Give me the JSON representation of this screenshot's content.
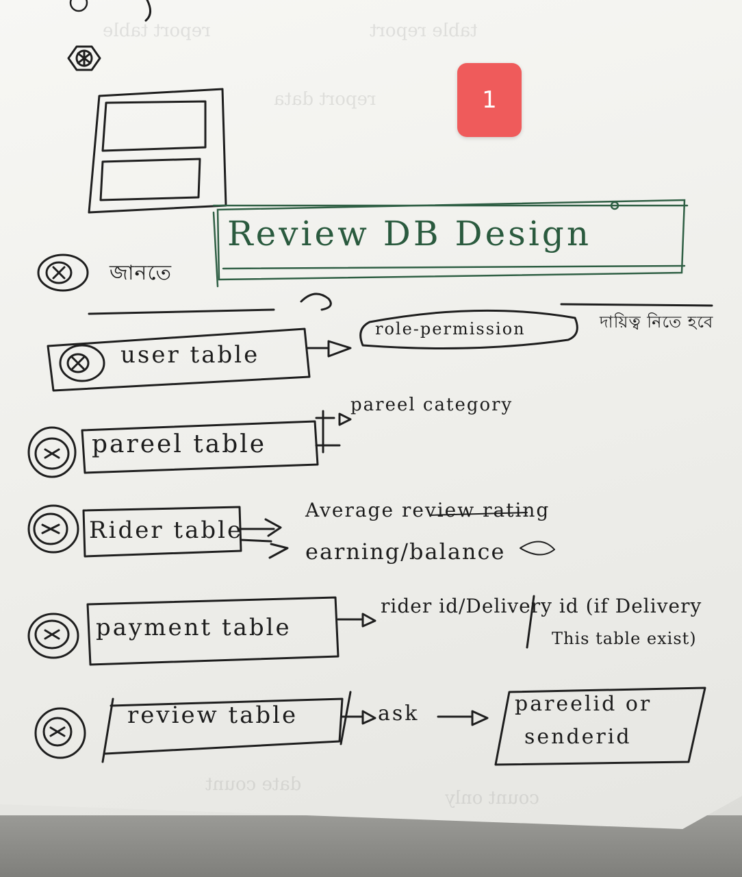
{
  "badge": {
    "number": "1"
  },
  "title": "Review DB Design",
  "bengali_header": "জানতে",
  "note_header": "দায়িত্ব নিতে হবে",
  "rows": [
    {
      "label": "user table",
      "arrow_text": "role-permission"
    },
    {
      "label": "pareel table",
      "arrow_text": "pareel category"
    },
    {
      "label": "Rider table",
      "arrow_line1": "Average review rating",
      "arrow_line2": "earning/balance"
    },
    {
      "label": "payment table",
      "arrow_text": "rider id/Delivery id (if Delivery",
      "arrow_line2": "This table exist)"
    },
    {
      "label": "review table",
      "ask_text": "ask",
      "target_line1": "pareelid or",
      "target_line2": "senderid"
    }
  ],
  "colors": {
    "ink": "#1c1c1c",
    "title_ink": "#2a5a3e",
    "badge": "#ef5b5b"
  }
}
